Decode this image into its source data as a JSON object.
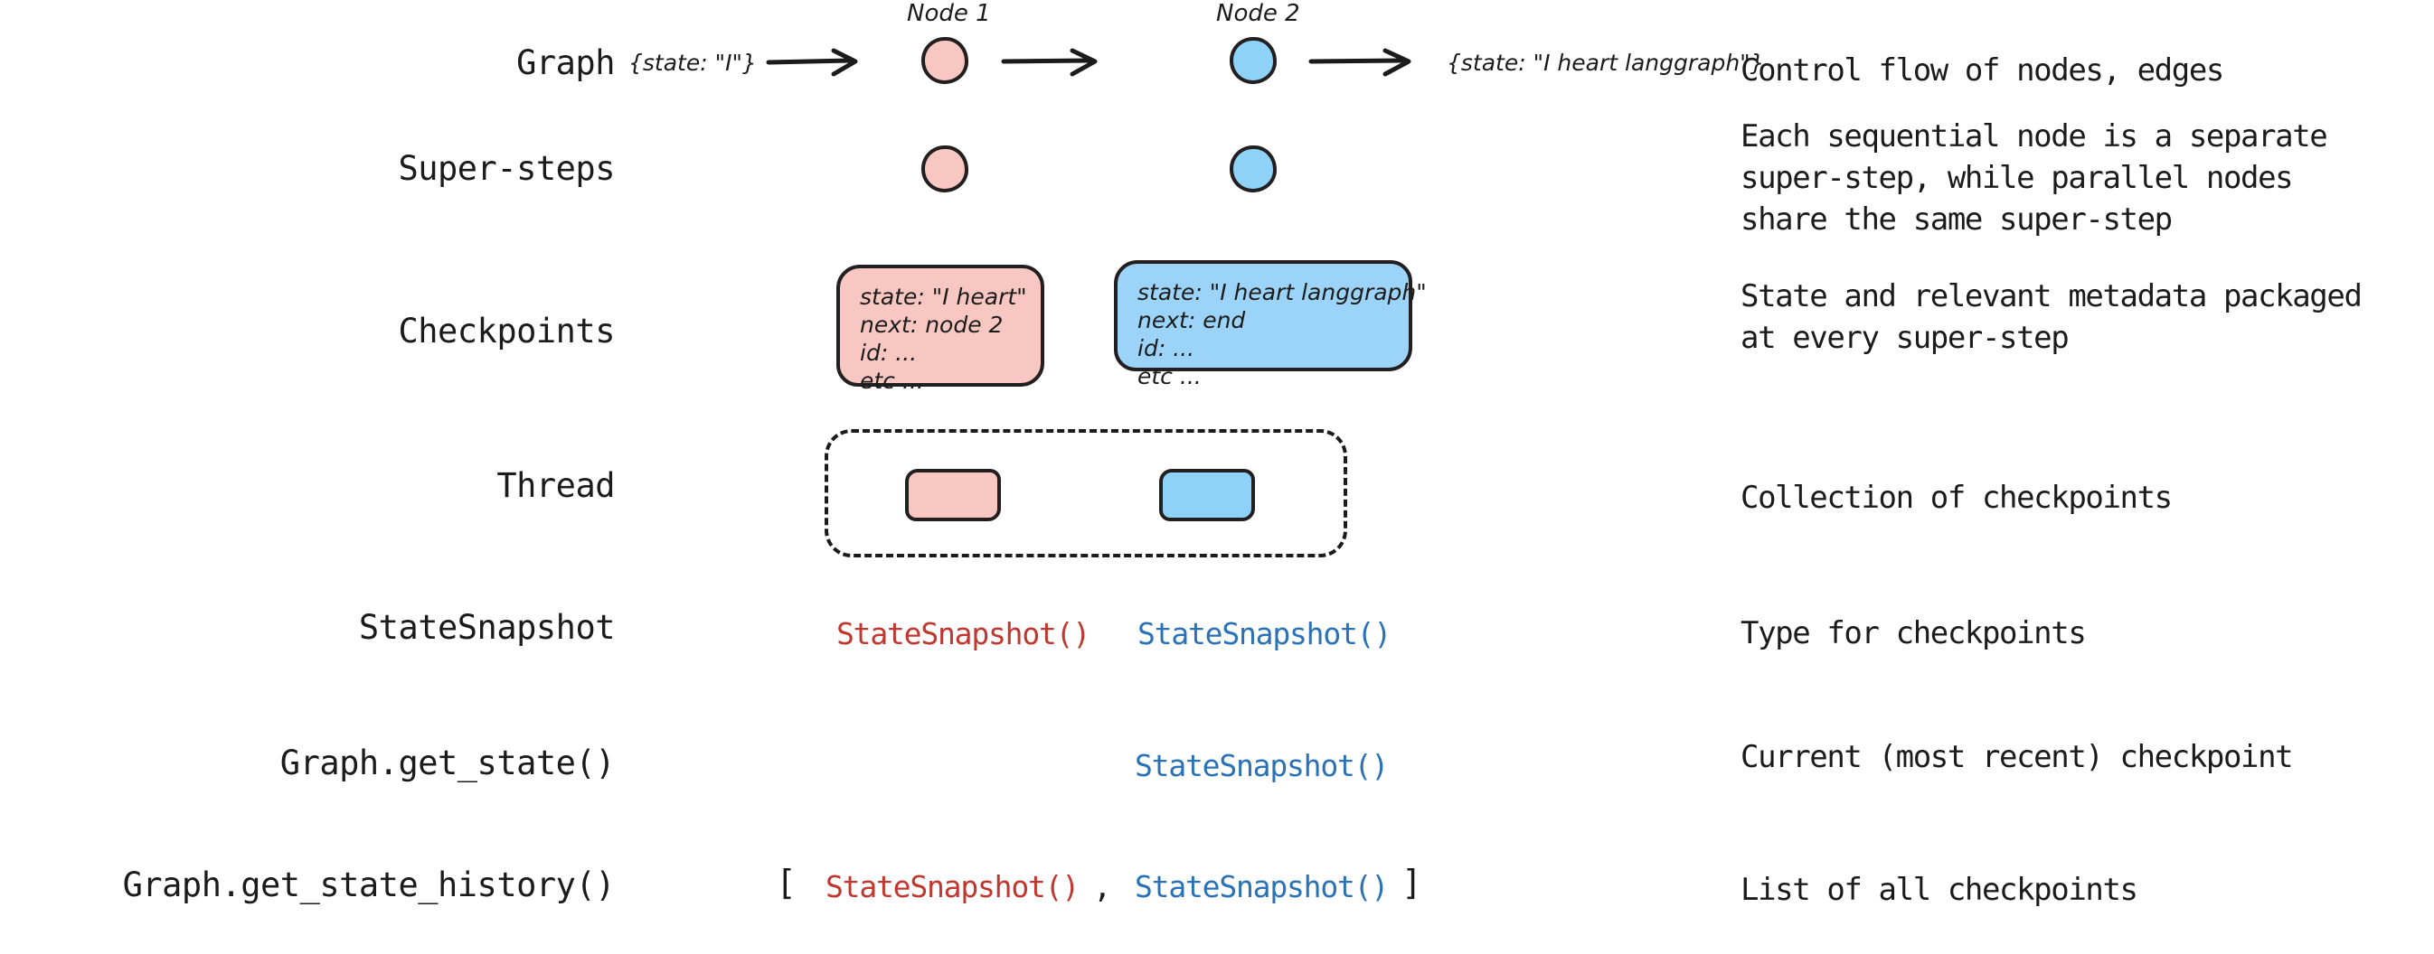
{
  "rows": [
    {
      "label": "Graph",
      "description": "Control flow of nodes, edges"
    },
    {
      "label": "Super-steps",
      "description": "Each sequential node is a separate\nsuper-step, while parallel nodes\nshare the same super-step"
    },
    {
      "label": "Checkpoints",
      "description": "State and relevant metadata packaged\nat every super-step"
    },
    {
      "label": "Thread",
      "description": "Collection of checkpoints"
    },
    {
      "label": "StateSnapshot",
      "description": "Type for checkpoints"
    },
    {
      "label": "Graph.get_state()",
      "description": "Current (most recent) checkpoint"
    },
    {
      "label": "Graph.get_state_history()",
      "description": "List of all checkpoints"
    }
  ],
  "graph": {
    "node1_title": "Node 1",
    "node2_title": "Node 2",
    "input_state": "{state: \"I\"}",
    "output_state": "{state: \"I heart langgraph\"}"
  },
  "checkpoints": {
    "pink": {
      "line1": "state: \"I heart\"",
      "line2": "next: node 2",
      "line3": "id: ...",
      "line4": "etc ..."
    },
    "blue": {
      "line1": "state: \"I heart langgraph\"",
      "line2": "next: end",
      "line3": "id: ...",
      "line4": "etc ..."
    }
  },
  "snapshots": {
    "label": "StateSnapshot()",
    "open_bracket": "[",
    "close_bracket": "]",
    "comma": ","
  },
  "colors": {
    "pink_fill": "#f9c7c2",
    "blue_fill": "#8ed2f7",
    "blue_fill_light": "#9bd4f8",
    "outline": "#231f20",
    "red_text": "#c0372f",
    "blue_text": "#2a72b5",
    "body_text": "#1b1b1b",
    "background": "#ffffff"
  }
}
